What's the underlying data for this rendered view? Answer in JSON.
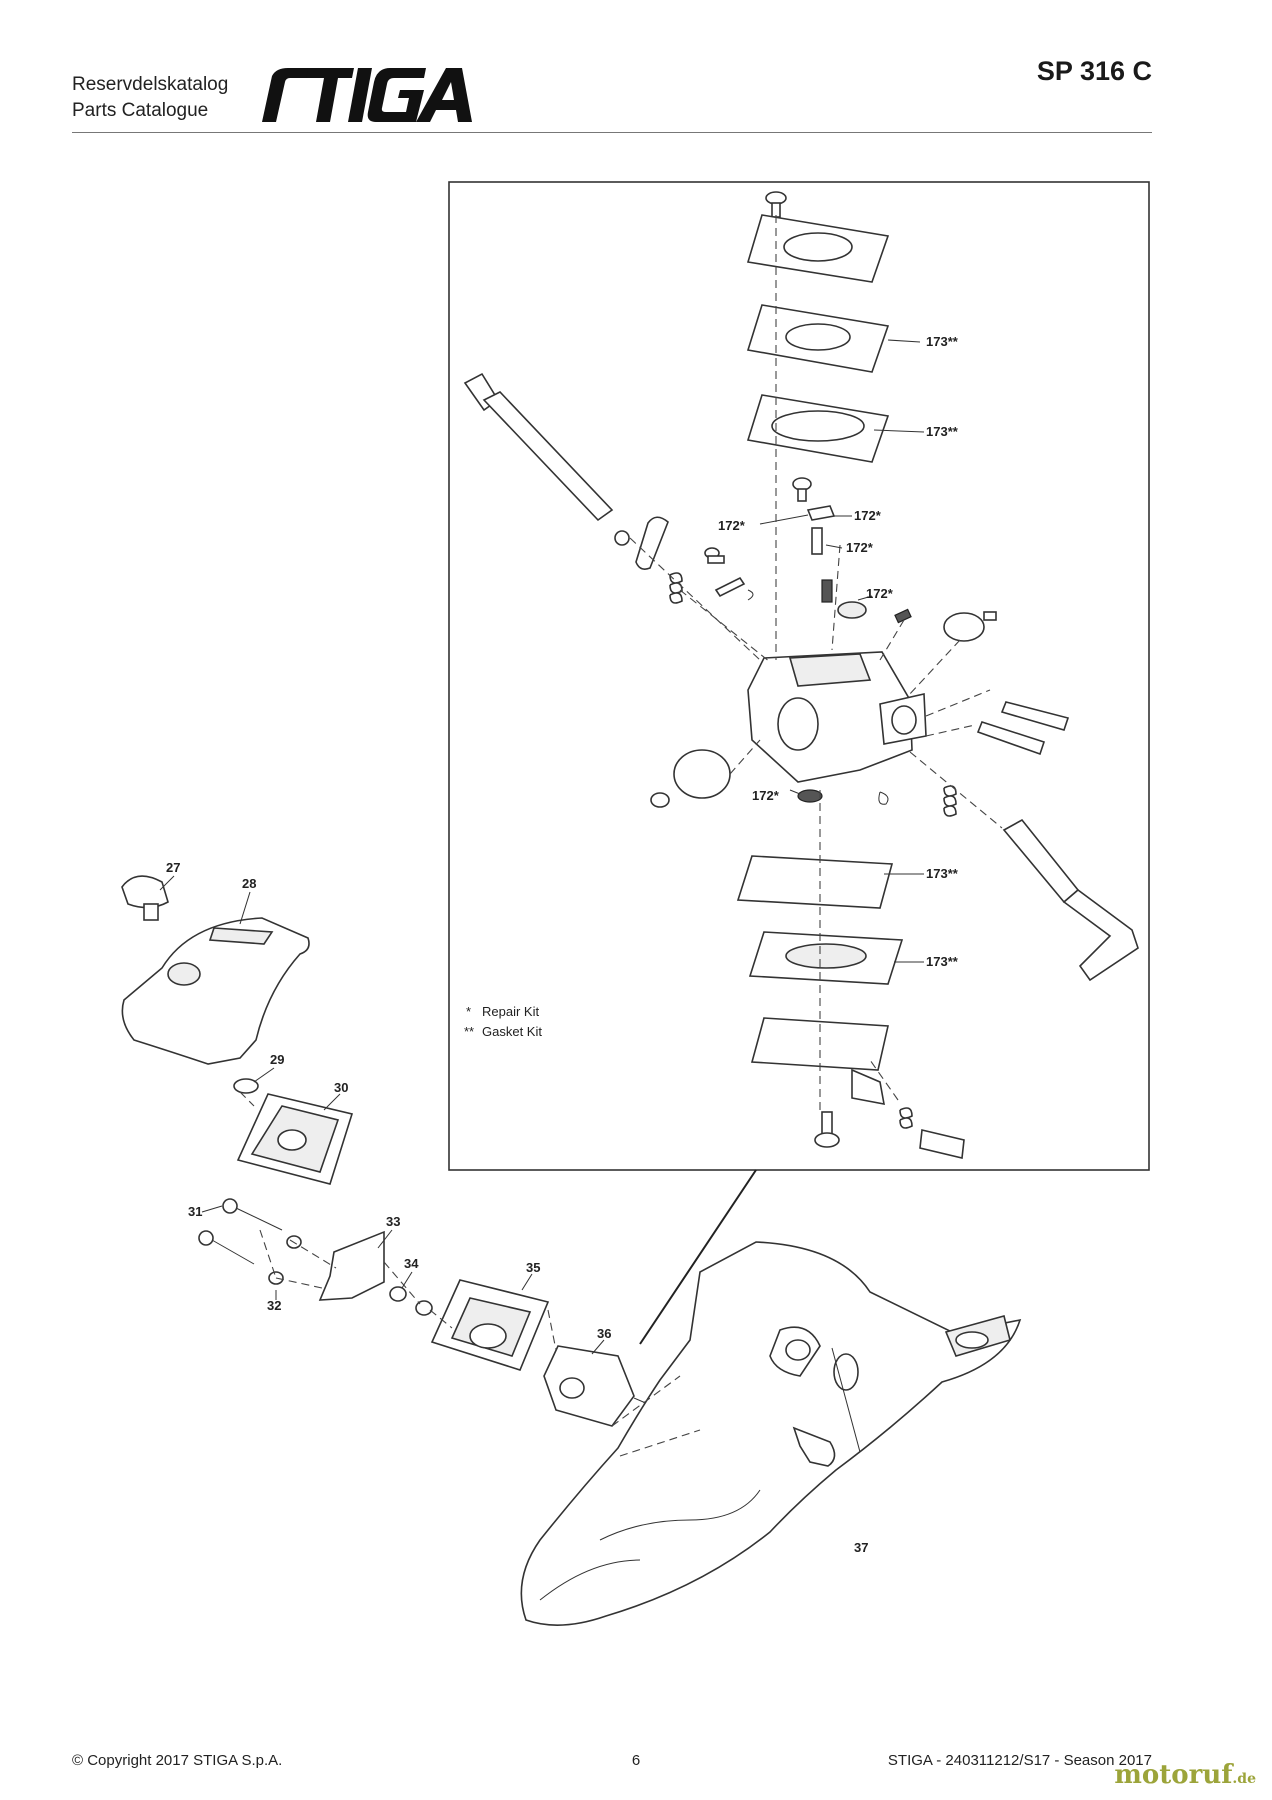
{
  "header": {
    "line1": "Reservdelskatalog",
    "line2": "Parts Catalogue",
    "brand": "STIGA",
    "model": "SP 316 C"
  },
  "legend": {
    "repair": "Repair Kit",
    "gasket": "Gasket Kit"
  },
  "callouts": {
    "c27": "27",
    "c28": "28",
    "c29": "29",
    "c30": "30",
    "c31": "31",
    "c32": "32",
    "c33": "33",
    "c34": "34",
    "c35": "35",
    "c36": "36",
    "c37": "37",
    "c172a": "172*",
    "c172b": "172*",
    "c172c": "172*",
    "c172d": "172*",
    "c172e": "172*",
    "c173a": "173**",
    "c173b": "173**",
    "c173c": "173**",
    "c173d": "173**"
  },
  "footer": {
    "copyright": "© Copyright 2017 STIGA S.p.A.",
    "page": "6",
    "code": "STIGA - 240311212/S17 - Season 2017"
  },
  "watermark": {
    "main": "motoruf",
    "suffix": ".de"
  }
}
